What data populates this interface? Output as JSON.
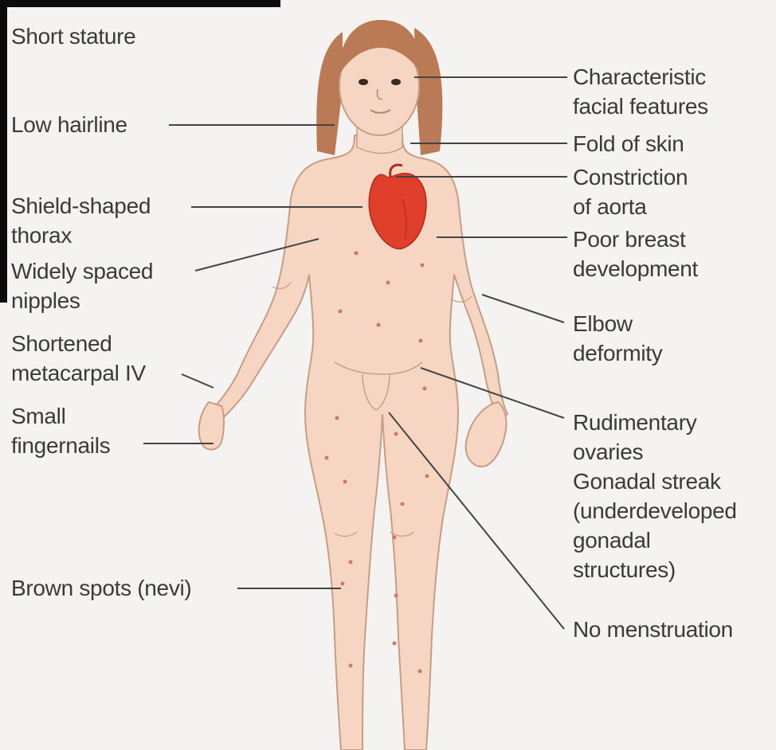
{
  "labels": {
    "short_stature": [
      "Short stature"
    ],
    "low_hairline": [
      "Low hairline"
    ],
    "shield_thorax": [
      "Shield-shaped",
      "thorax"
    ],
    "widely_spaced": [
      "Widely spaced",
      "nipples"
    ],
    "shortened_metacarpal": [
      "Shortened",
      "metacarpal IV"
    ],
    "small_fingernails": [
      "Small",
      "fingernails"
    ],
    "brown_spots": [
      "Brown spots (nevi)"
    ],
    "facial_features": [
      "Characteristic",
      "facial features"
    ],
    "fold_of_skin": [
      "Fold of skin"
    ],
    "constriction_aorta": [
      "Constriction",
      "of aorta"
    ],
    "poor_breast": [
      "Poor breast",
      "development"
    ],
    "elbow_deformity": [
      "Elbow",
      "deformity"
    ],
    "rudimentary_ovaries": [
      "Rudimentary",
      "ovaries",
      "Gonadal streak",
      "(underdeveloped",
      "gonadal",
      "structures)"
    ],
    "no_menstruation": [
      "No menstruation"
    ]
  },
  "colors": {
    "skin": "#f6d6c2",
    "skin_outline": "#c99c86",
    "hair": "#b97a55",
    "heart": "#e03f2c",
    "leader_line": "#444444",
    "label_text": "#3a3a3a",
    "background": "#f4f3f1"
  }
}
